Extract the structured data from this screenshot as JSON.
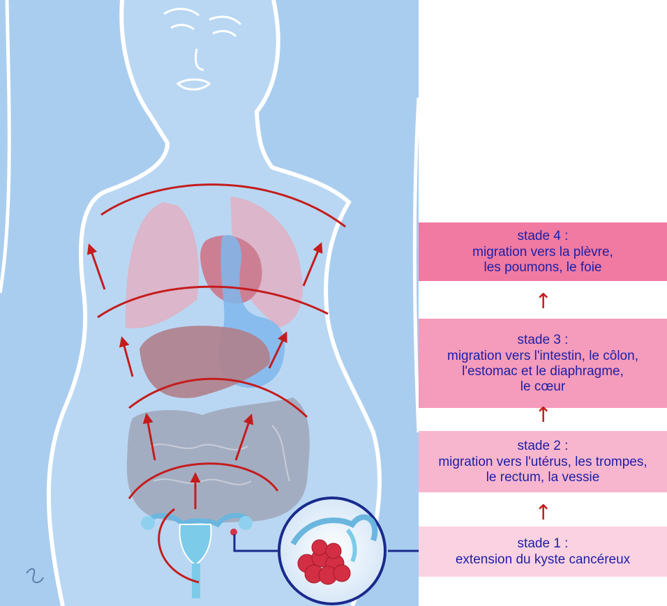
{
  "stages": [
    {
      "title": "stade 4 :",
      "lines": [
        "migration vers la plèvre,",
        "les poumons, le foie"
      ],
      "color": "#f07aa2"
    },
    {
      "title": "stade 3 :",
      "lines": [
        "migration vers l'intestin, le côlon,",
        "l'estomac et le diaphragme,",
        "le cœur"
      ],
      "color": "#f59bbb"
    },
    {
      "title": "stade 2 :",
      "lines": [
        "migration vers l'utérus, les trompes,",
        "le rectum, la vessie"
      ],
      "color": "#f8b6ce"
    },
    {
      "title": "stade 1 :",
      "lines": [
        "extension du kyste cancéreux"
      ],
      "color": "#fbd2e1"
    }
  ],
  "colors": {
    "background_blue": "#a9cdef",
    "body_outline": "#ffffff",
    "arrow_red": "#c41c1c",
    "label_text": "#1c1fa6",
    "zoom_circle": "#1a2a8c"
  },
  "icons": {
    "stage_arrow": "arrow-up-icon"
  }
}
